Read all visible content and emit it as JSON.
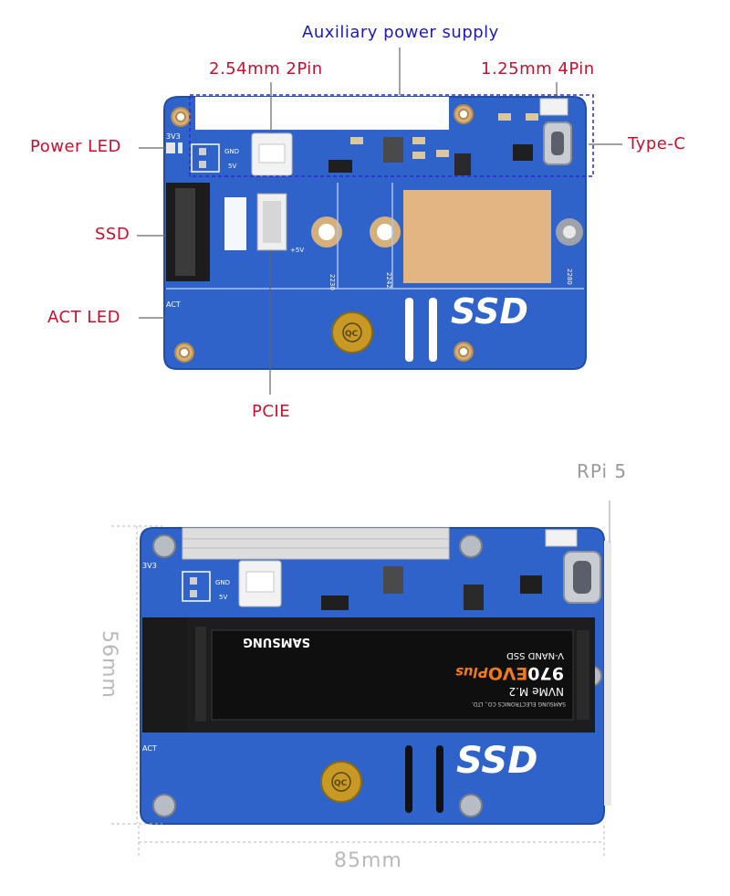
{
  "top_view": {
    "labels": {
      "auxiliary_power": "Auxiliary power supply",
      "pin_254": "2.54mm 2Pin",
      "pin_125": "1.25mm 4Pin",
      "power_led": "Power LED",
      "type_c": "Type-C",
      "ssd": "SSD",
      "act_led": "ACT LED",
      "pcie": "PCIE"
    },
    "silkscreen": {
      "v33": "3V3",
      "gnd": "GND",
      "v5": "5V",
      "act": "ACT",
      "plus5v": "+5V",
      "len_2230": "2230",
      "len_2242": "2242",
      "len_2280": "2280",
      "ssd_logo": "SSD",
      "qc": "QC"
    }
  },
  "bottom_view": {
    "labels": {
      "rpi5": "RPi 5",
      "width_dim": "85mm",
      "height_dim": "56mm"
    },
    "silkscreen": {
      "v33": "3V3",
      "gnd": "GND",
      "v5": "5V",
      "act": "ACT",
      "ssd_logo": "SSD",
      "qc": "QC"
    },
    "ssd_stick": {
      "brand": "SAMSUNG",
      "model_prefix": "970",
      "model_evo": "EVO",
      "model_plus": "Plus",
      "interface": "NVMe M.2",
      "type": "V-NAND SSD",
      "maker": "SAMSUNG ELECTRONICS CO., LTD."
    }
  },
  "colors": {
    "board": "#2f63c9",
    "board_edge": "#1f4ea8",
    "label_red": "#c8102e",
    "label_blue": "#1b1bb8",
    "thermal_pad": "#e2b582"
  }
}
